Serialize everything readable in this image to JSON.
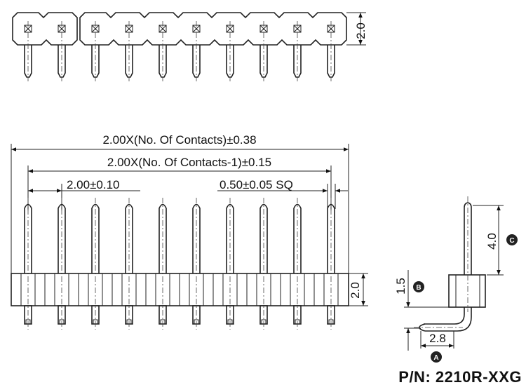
{
  "dimensions": {
    "overall_length": "2.00X(No. Of Contacts)±0.38",
    "pin_span": "2.00X(No. Of Contacts-1)±0.15",
    "pitch": "2.00±0.10",
    "pin_size": "0.50±0.05 SQ",
    "body_height_top": "2.0",
    "body_height_front": "2.0",
    "side_pin_length": "4.0",
    "side_height": "1.5",
    "side_offset": "2.8"
  },
  "markers": {
    "a": "A",
    "b": "B",
    "c": "C"
  },
  "part_number": "P/N: 2210R-XXG",
  "contacts_shown": 10
}
